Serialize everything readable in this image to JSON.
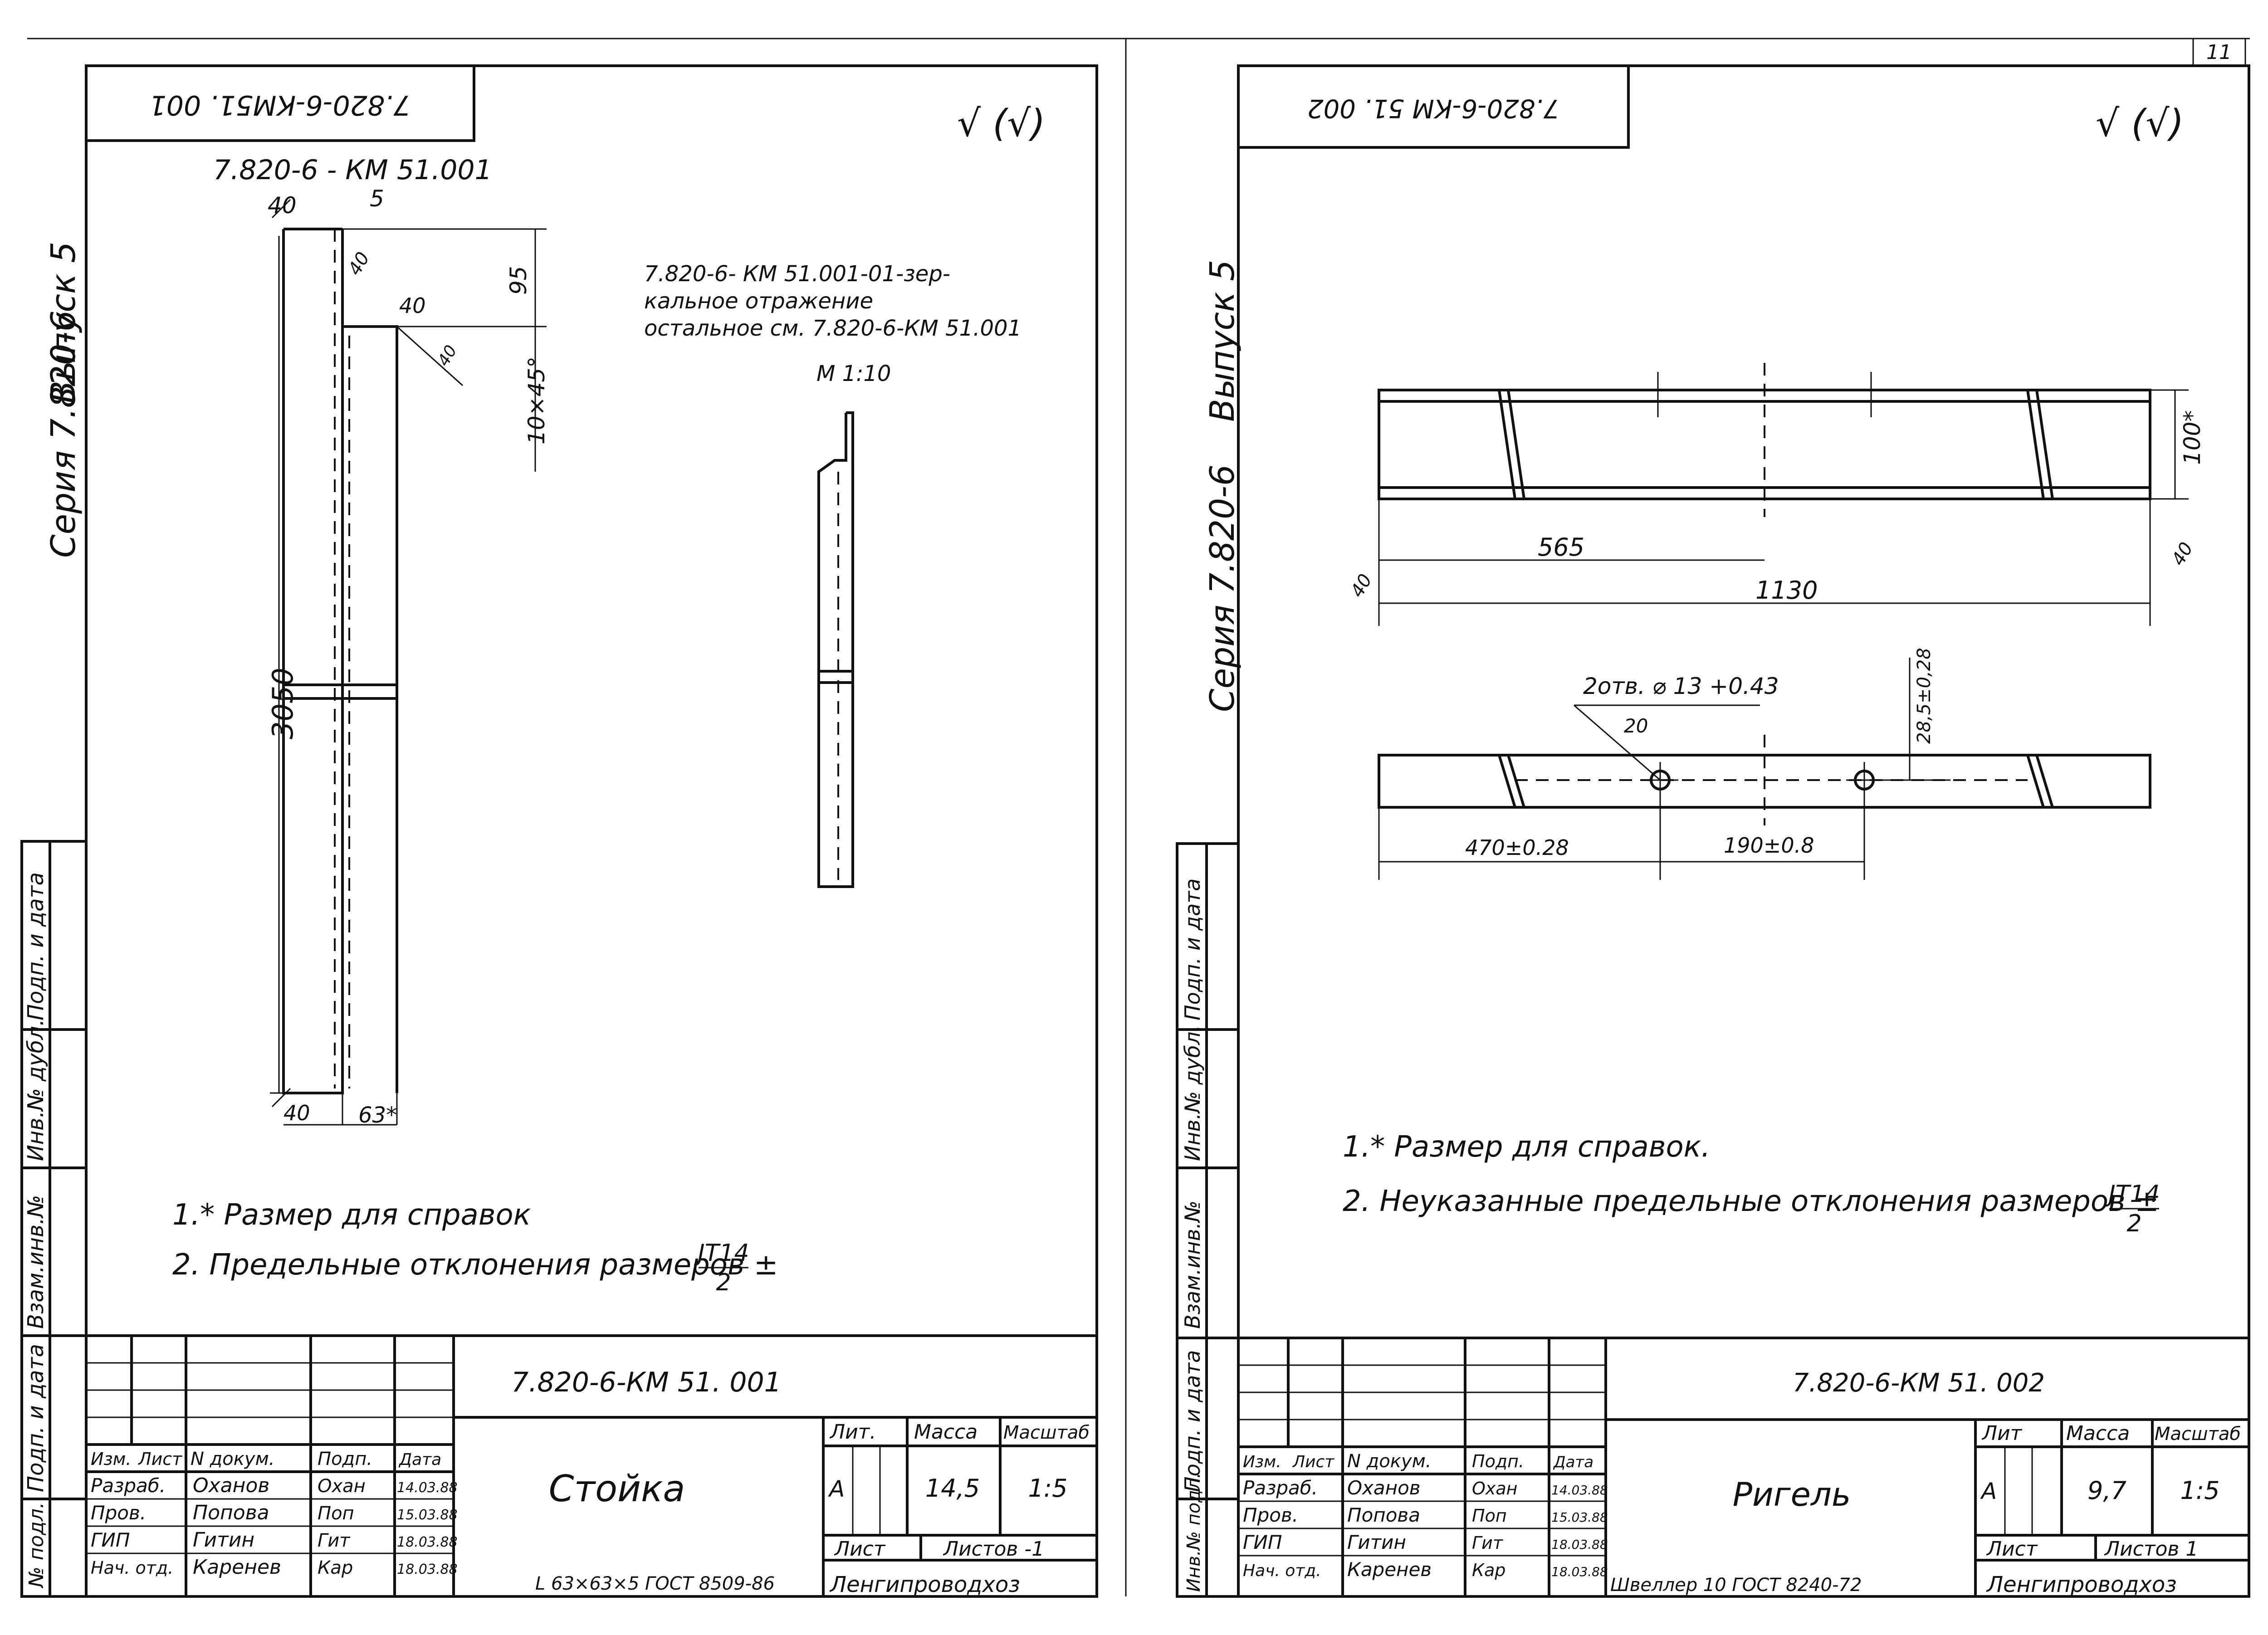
{
  "sheets": [
    {
      "stamp_code": "7.820-6-КМ51. 001",
      "series_label": "Серия  7.820-6",
      "issue_label": "Выпуск 5",
      "surface_mark": "√ (√)",
      "part_code": "7.820-6 - КМ 51.001",
      "mirror_note": [
        "7.820-6- КМ 51.001-01-зер-",
        "кальное отражение",
        "остальное см. 7.820-6-КМ 51.001"
      ],
      "scale": "М 1:10",
      "dims": {
        "top_flange": "40",
        "top_gap": "5",
        "notch_height": "95",
        "weld_a": "40",
        "weld_b": "40",
        "weld_c": "40",
        "chamfer": "10×45°",
        "length": "3050",
        "bottom_weld": "40",
        "width": "63*"
      },
      "notes": [
        "1.* Размер для справок",
        "2. Предельные отклонения размеров ±"
      ],
      "tolerance_top": "JT14",
      "tolerance_bottom": "2",
      "side_labels": [
        "Подп. и дата",
        "Инв.№ дубл.",
        "Взам.инв.№",
        "Подп. и дата",
        "№ подл."
      ],
      "title_block": {
        "doc_code": "7.820-6-КМ 51. 001",
        "name": "Стойка",
        "headers": {
          "change": "Изм.",
          "sheet": "Лист",
          "doc": "N докум.",
          "sign": "Подп.",
          "date": "Дата"
        },
        "rows": [
          {
            "role": "Разраб.",
            "name": "Оханов",
            "sign": "Охан",
            "date": "14.03.88"
          },
          {
            "role": "Пров.",
            "name": "Попова",
            "sign": "Поп",
            "date": "15.03.88"
          },
          {
            "role": "ГИП",
            "name": "Гитин",
            "sign": "Гит",
            "date": "18.03.88"
          },
          {
            "role": "Нач. отд.",
            "name": "Каренев",
            "sign": "Кар",
            "date": "18.03.88"
          }
        ],
        "lit_label": "Лит.",
        "mass_label": "Масса",
        "scale_label": "Масштаб",
        "lit_value": "А",
        "mass_value": "14,5",
        "scale_value": "1:5",
        "sheet_label": "Лист",
        "sheets_label": "Листов -1",
        "material": "L 63×63×5 ГОСТ 8509-86",
        "org": "Ленгипроводхоз"
      }
    },
    {
      "stamp_code": "7.820-6-КМ 51. 002",
      "series_label": "Серия  7.820-6",
      "issue_label": "Выпуск 5",
      "surface_mark": "√ (√)",
      "dims": {
        "height": "100*",
        "half_length": "565",
        "length": "1130",
        "weld_left": "40",
        "weld_right": "40",
        "holes": "2отв. ⌀ 13 +0.43",
        "hole_edge": "20",
        "hole_pos": "28,5±0,28",
        "pos_1": "470±0.28",
        "pos_2": "190±0.8"
      },
      "notes": [
        "1.* Размер для справок.",
        "2. Неуказанные предельные отклонения размеров ±"
      ],
      "tolerance_top": "JT14",
      "tolerance_bottom": "2",
      "side_labels": [
        "Подп. и дата",
        "Инв.№ дубл.",
        "Взам.инв.№",
        "Подп. и дата",
        "Инв.№ подл."
      ],
      "title_block": {
        "doc_code": "7.820-6-КМ 51. 002",
        "name": "Ригель",
        "headers": {
          "change": "Изм.",
          "sheet": "Лист",
          "doc": "N докум.",
          "sign": "Подп.",
          "date": "Дата"
        },
        "rows": [
          {
            "role": "Разраб.",
            "name": "Оханов",
            "sign": "Охан",
            "date": "14.03.88"
          },
          {
            "role": "Пров.",
            "name": "Попова",
            "sign": "Поп",
            "date": "15.03.88"
          },
          {
            "role": "ГИП",
            "name": "Гитин",
            "sign": "Гит",
            "date": "18.03.88"
          },
          {
            "role": "Нач. отд.",
            "name": "Каренев",
            "sign": "Кар",
            "date": "18.03.88"
          }
        ],
        "lit_label": "Лит",
        "mass_label": "Масса",
        "scale_label": "Масштаб",
        "lit_value": "А",
        "mass_value": "9,7",
        "scale_value": "1:5",
        "sheet_label": "Лист",
        "sheets_label": "Листов 1",
        "material": "Швеллер 10 ГОСТ 8240-72",
        "org": "Ленгипроводхоз"
      }
    }
  ],
  "page_number": "11"
}
